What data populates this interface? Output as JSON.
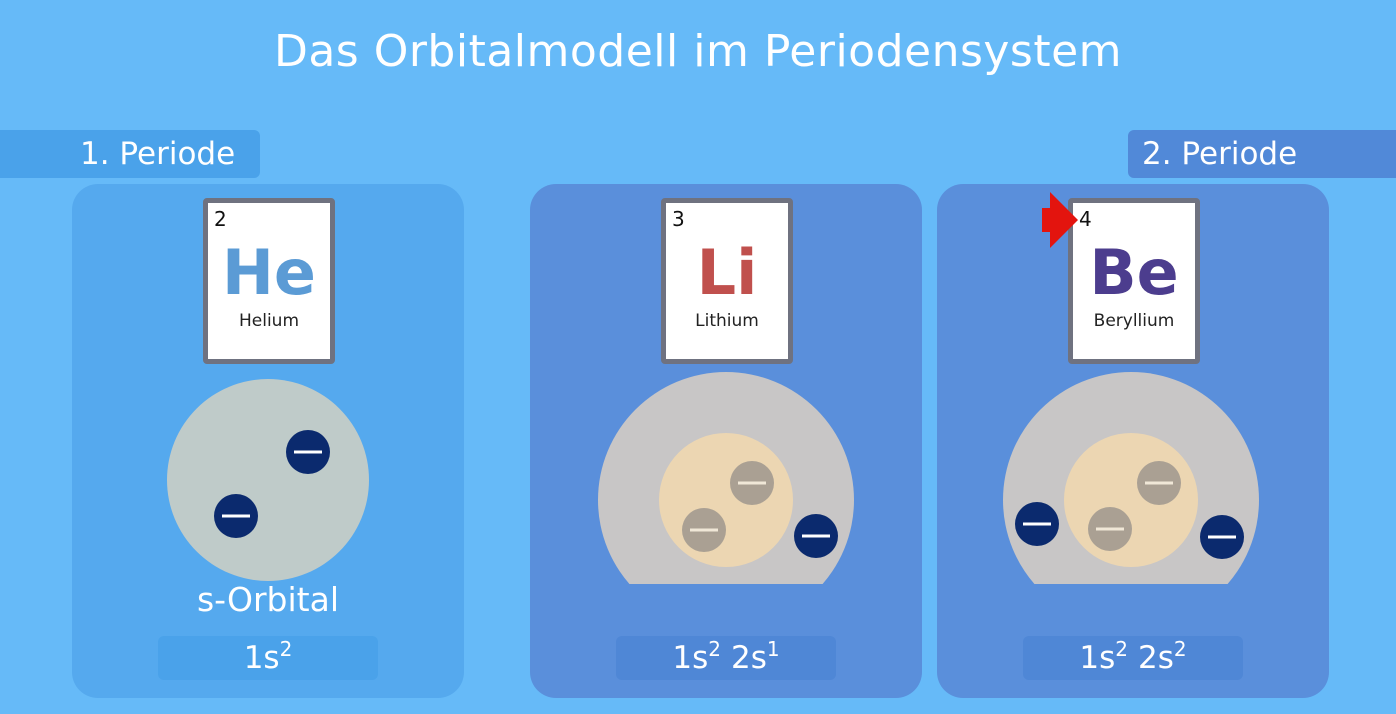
{
  "title": "Das Orbitalmodell im Periodensystem",
  "periods": {
    "first": "1. Periode",
    "second": "2. Periode"
  },
  "elements": [
    {
      "number": "2",
      "symbol": "He",
      "name": "Helium",
      "symbol_color": "#5b9bd5",
      "caption": "s-Orbital",
      "config": [
        {
          "base": "1s",
          "exp": "2"
        }
      ]
    },
    {
      "number": "3",
      "symbol": "Li",
      "name": "Lithium",
      "symbol_color": "#c0504d",
      "caption": "",
      "config": [
        {
          "base": "1s",
          "exp": "2"
        },
        {
          "base": "2s",
          "exp": "1"
        }
      ]
    },
    {
      "number": "4",
      "symbol": "Be",
      "name": "Beryllium",
      "symbol_color": "#4c3d8e",
      "caption": "",
      "config": [
        {
          "base": "1s",
          "exp": "2"
        },
        {
          "base": "2s",
          "exp": "2"
        }
      ]
    }
  ],
  "colors": {
    "background": "#66baf8",
    "electron": "#0b2a6e",
    "inner_electron": "#a39b90",
    "orbital_1s": "#bfcbc9",
    "orbital_2s": "#c8c6c6",
    "orbital_inner": "#ecd6b2",
    "pointer": "#e3140e"
  },
  "icons": {
    "electron": "minus-circle-icon",
    "pointer": "red-arrow-icon"
  }
}
